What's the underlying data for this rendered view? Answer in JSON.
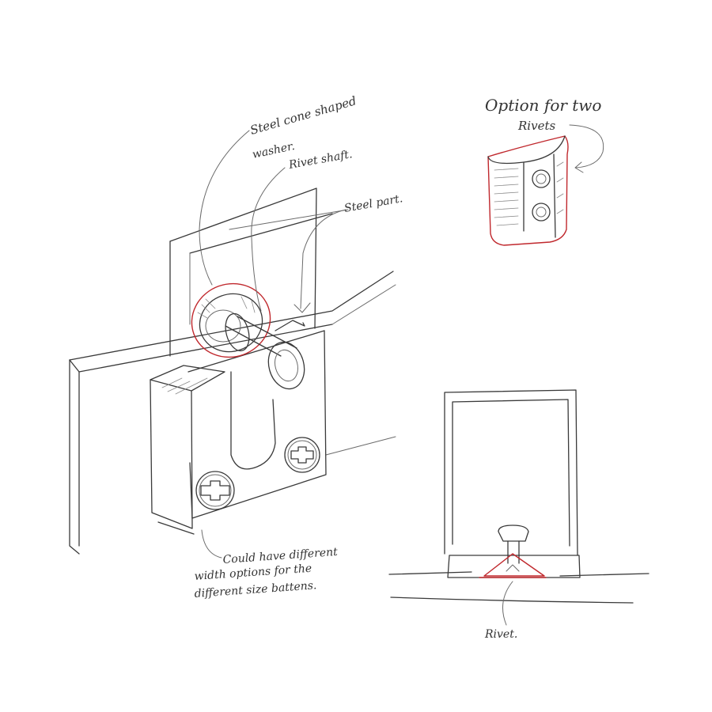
{
  "sketch": {
    "colors": {
      "ink": "#3a3a3a",
      "accent": "#c0282d"
    },
    "annotations": {
      "washer_line1": "Steel cone shaped",
      "washer_line2": "washer.",
      "rivet_shaft": "Rivet shaft.",
      "steel_part": "Steel part.",
      "option_line1": "Option for two",
      "option_line2": "Rivets",
      "widths_line1": "Could have different",
      "widths_line2": "width options for the",
      "widths_line3": "different size battens.",
      "rivet": "Rivet."
    }
  }
}
